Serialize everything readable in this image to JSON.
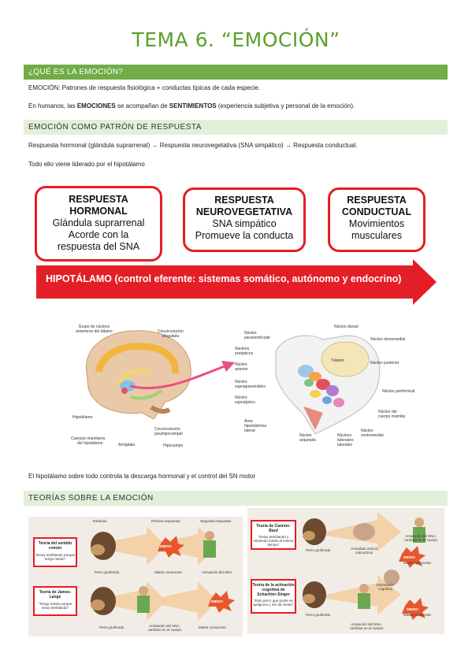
{
  "title": "TEMA 6. “EMOCIÓN”",
  "section1": {
    "heading": "¿QUÉ ES LA EMOCIÓN?",
    "def_label": "EMOCIÓN:",
    "def_text": " Patrones de respuesta fisiológica + conductas típicas de cada especie.",
    "p2_a": "En humanos, las ",
    "p2_b": "EMOCIONES",
    "p2_c": " se acompañan de ",
    "p2_d": "SENTIMIENTOS",
    "p2_e": " (experiencia subjetiva y personal de la emoción)."
  },
  "section2": {
    "heading": "EMOCIÓN COMO PATRÓN DE RESPUESTA",
    "line1": "Respuesta hormonal (glándula suprarrenal) → Respuesta neurovegetativa (SNA simpático) → Respuesta conductual.",
    "line2": "Todo ello viene liderado por el hipotálamo",
    "boxes": [
      {
        "h1": "RESPUESTA",
        "h2": "HORMONAL",
        "l1": "Glándula suprarrenal",
        "l2": "Acorde con la",
        "l3": "respuesta del SNA"
      },
      {
        "h1": "RESPUESTA",
        "h2": "NEUROVEGETATIVA",
        "l1": "SNA simpático",
        "l2": "Promueve la conducta"
      },
      {
        "h1": "RESPUESTA",
        "h2": "CONDUCTUAL",
        "l1": "Movimientos",
        "l2": "musculares"
      }
    ],
    "arrow_text": "HIPOTÁLAMO (control eferente: sistemas somático, autónomo y endocrino)",
    "brain_labels": {
      "grupo": "Grupo de núcleos",
      "grupo2": "anteriores del tálamo",
      "circ": "Circunvolución",
      "circ2": "cingulada",
      "hipot": "Hipotálamo",
      "cuerpos": "Cuerpos mamilares",
      "cuerpos2": "del hipotálamo",
      "amigdala": "Amígdala",
      "circ_para": "Circunvolución",
      "circ_para2": "parahipocampal",
      "hipocampo": "Hipocampo"
    },
    "nuclei_labels": {
      "paraventricular": "Núcleo paraventricular",
      "preoptico": "Núcleos preópticos",
      "anterior": "Núcleo anterior",
      "supraquiasmatico": "Núcleo supraquiasmático",
      "supraoptico": "Núcleo supraóptico",
      "area_lat": "Área hipotalámica lateral",
      "arqueado": "Núcleo arqueado",
      "tuberales": "Núcleos tuberales laterales",
      "ventromedial": "Núcleo ventromedial",
      "cuerpo_mamilar": "Núcleo del cuerpo mamilar",
      "periforn": "Núcleo perifornical",
      "posterior": "Núcleo posterior",
      "dorsomedial": "Núcleo dorsomedial",
      "dorsal": "Núcleo dorsal",
      "talamo": "Tálamo"
    },
    "caption": "El hipotálamo sobre todo controla la descarga hormonal y el control del SN motor"
  },
  "section3": {
    "heading": "TEORÍAS SOBRE LA EMOCIÓN",
    "left": {
      "col_estimulo": "Estímulo",
      "col_primera": "Primera respuesta",
      "col_segunda": "Segunda respuesta",
      "t1_title": "Teoría del sentido común",
      "t1_quote": "“Estoy temblando porque tengo miedo”",
      "t2_title": "Teoría de James-Lange",
      "t2_quote": "“Tengo miedo porque estoy temblando”",
      "perro": "Perro gruñendo",
      "miedo_consc": "Miedo consciente",
      "activ_sna": "Activación del SNA",
      "activ_sna2": "Activación del SNA, cambios en el cuerpo",
      "miedo_word": "MIEDO"
    },
    "right": {
      "t3_title": "Teoría de Cannon-Bard",
      "t3_quote": "“Estoy temblando y sintiendo miedo al mismo tiempo”",
      "t4_title": "Teoría de la activación cognitiva de Schachter-Singer",
      "t4_quote": "“Esto perro que gruñe es peligroso y me da miedo”",
      "perro": "Perro gruñendo",
      "activ_cortical": "Actividad cortical subcortical",
      "activ_sna": "Activación del SNA, cambios en el cuerpo",
      "miedo_consc": "Miedo consciente",
      "etiq": "Estimación cognitiva",
      "miedo_word": "MIEDO"
    }
  }
}
